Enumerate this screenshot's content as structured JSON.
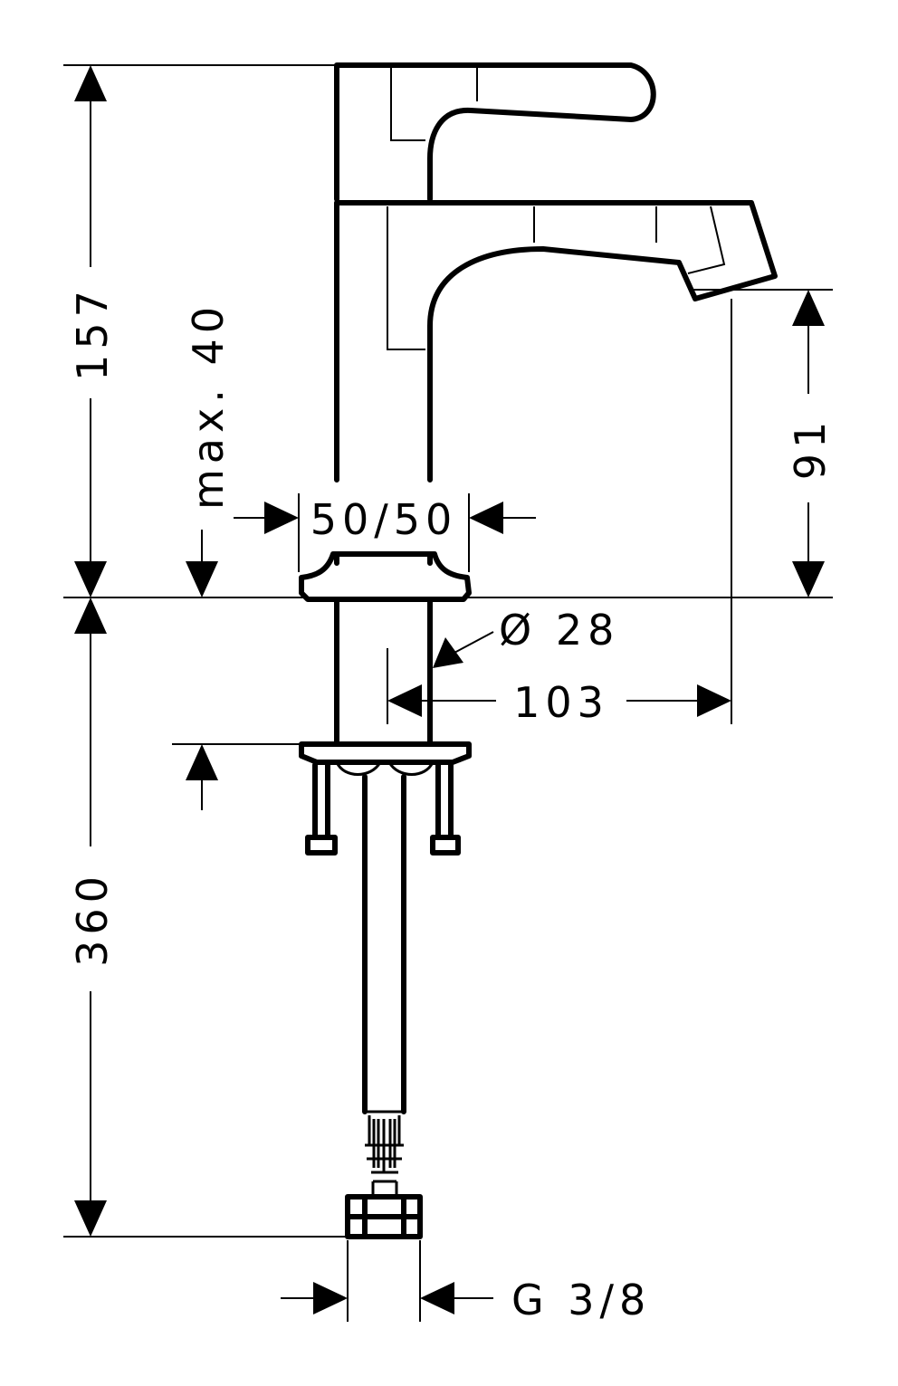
{
  "dimensions": {
    "total_height": "157",
    "max_deck_thickness": "max. 40",
    "deck_below": "360",
    "spout_clearance": "91",
    "spout_reach": "103",
    "body_diameter": "Ø 28",
    "adjust_range": "50/50",
    "connection_thread": "G 3/8"
  }
}
